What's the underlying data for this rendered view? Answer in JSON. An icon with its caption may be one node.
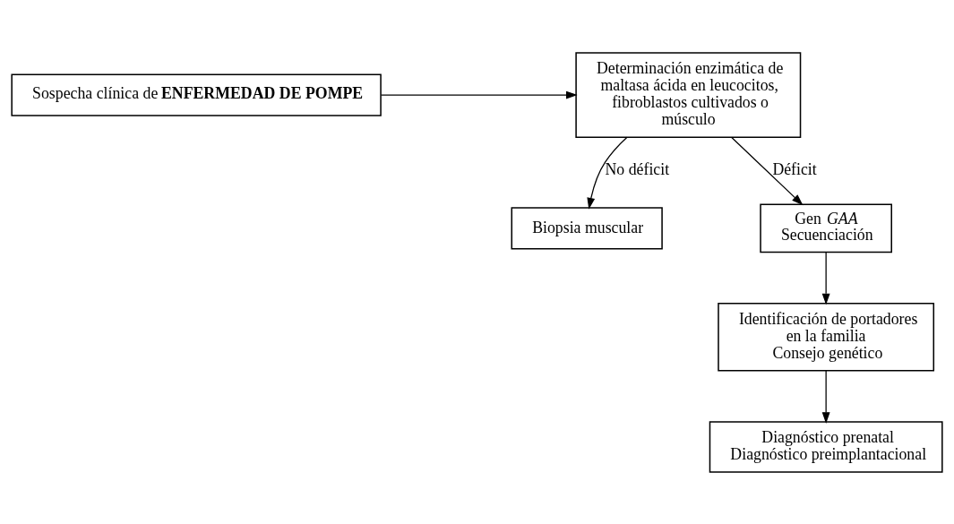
{
  "diagram": {
    "nodes": [
      {
        "text": [
          "Sospecha clínica de **ENFERMEDAD DE POMPE**"
        ]
      },
      {
        "text": [
          "Determinación enzimática de maltasa ácida en leucocitos, fibroblastos cultivados o músculo"
        ]
      },
      {
        "text": [
          "Biopsia muscular"
        ]
      },
      {
        "text": [
          "Gen *GAA*",
          "Secuenciación"
        ]
      },
      {
        "text": [
          "Identificación de portadores en la familia",
          "Consejo genético"
        ]
      },
      {
        "text": [
          "Diagnóstico prenatal",
          "Diagnóstico preimplantacional"
        ]
      }
    ],
    "edges": [
      {
        "from": 0,
        "to": 1,
        "arrow": "to"
      },
      {
        "from": 1,
        "to": 2,
        "arrow": "to",
        "label": "No déficit"
      },
      {
        "from": 1,
        "to": 3,
        "arrow": "to",
        "label": "Déficit"
      },
      {
        "from": 3,
        "to": 4,
        "arrow": "to"
      },
      {
        "from": 4,
        "to": 5,
        "arrow": "to"
      }
    ]
  }
}
